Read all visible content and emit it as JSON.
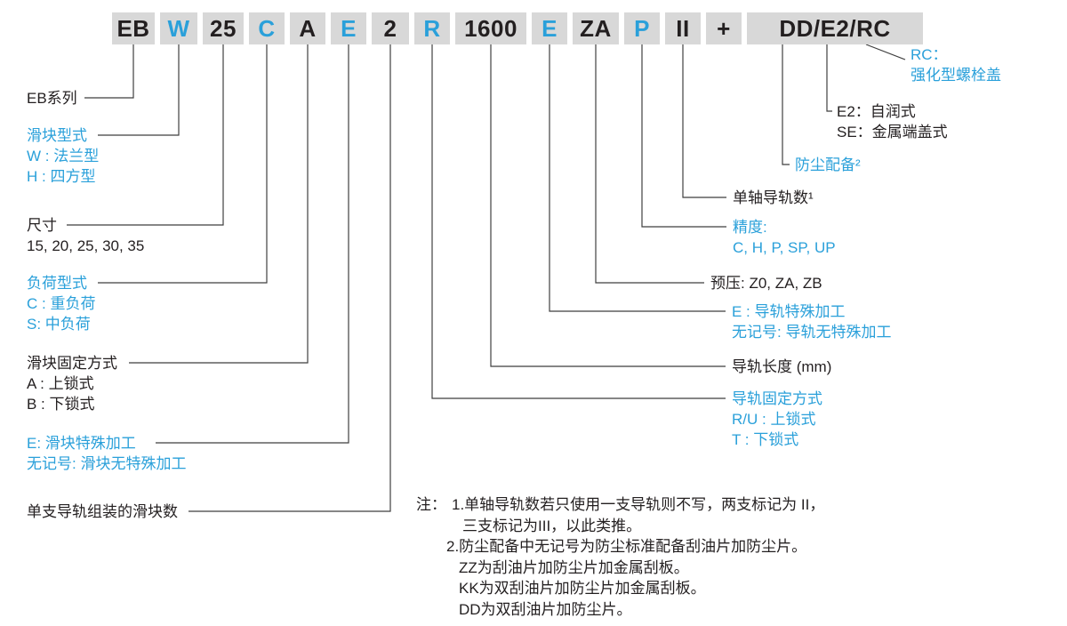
{
  "colors": {
    "blue": "#2aa0da",
    "ink": "#231f20",
    "box": "#d8d8d8",
    "line": "#3f3f3f"
  },
  "code": {
    "segments": [
      {
        "text": "EB",
        "color": "black"
      },
      {
        "text": "W",
        "color": "blue"
      },
      {
        "text": "25",
        "color": "black"
      },
      {
        "text": "C",
        "color": "blue"
      },
      {
        "text": "A",
        "color": "black"
      },
      {
        "text": "E",
        "color": "blue"
      },
      {
        "text": "2",
        "color": "black"
      },
      {
        "text": "R",
        "color": "blue"
      },
      {
        "text": "1600",
        "color": "black"
      },
      {
        "text": "E",
        "color": "blue"
      },
      {
        "text": "ZA",
        "color": "black"
      },
      {
        "text": "P",
        "color": "blue"
      },
      {
        "text": "II",
        "color": "black"
      },
      {
        "text": "+",
        "color": "black"
      },
      {
        "text": "DD/E2/RC",
        "color": "black"
      }
    ]
  },
  "labels_left": [
    {
      "color": "black",
      "lines": [
        "EB系列"
      ]
    },
    {
      "color": "blue",
      "lines": [
        "滑块型式",
        "W : 法兰型",
        "H : 四方型"
      ]
    },
    {
      "color": "black",
      "lines": [
        "尺寸",
        "15, 20, 25, 30, 35"
      ]
    },
    {
      "color": "blue",
      "lines": [
        "负荷型式",
        "C : 重负荷",
        "S: 中负荷"
      ]
    },
    {
      "color": "black",
      "lines": [
        "滑块固定方式",
        "A : 上锁式",
        "B : 下锁式"
      ]
    },
    {
      "color": "blue",
      "lines": [
        "E: 滑块特殊加工",
        "无记号: 滑块无特殊加工"
      ]
    },
    {
      "color": "black",
      "lines": [
        "单支导轨组装的滑块数"
      ]
    }
  ],
  "labels_right": [
    {
      "color": "blue",
      "lines": [
        "RC：",
        "强化型螺栓盖"
      ]
    },
    {
      "color": "black",
      "lines": [
        "E2：自润式",
        "SE：金属端盖式"
      ]
    },
    {
      "color": "blue",
      "lines": [
        "防尘配备²"
      ]
    },
    {
      "color": "black",
      "lines": [
        "单轴导轨数¹"
      ]
    },
    {
      "color": "blue",
      "lines": [
        "精度:",
        "C, H, P, SP, UP"
      ]
    },
    {
      "color": "black",
      "lines": [
        "预压: Z0, ZA, ZB"
      ]
    },
    {
      "color": "blue",
      "lines": [
        "E : 导轨特殊加工",
        "无记号: 导轨无特殊加工"
      ]
    },
    {
      "color": "black",
      "lines": [
        "导轨长度 (mm)"
      ]
    },
    {
      "color": "blue",
      "lines": [
        "导轨固定方式",
        "R/U : 上锁式",
        "T : 下锁式"
      ]
    }
  ],
  "notes": {
    "prefix": "注：",
    "lines": [
      "1.单轴导轨数若只使用一支导轨则不写，两支标记为 II，",
      "三支标记为III，以此类推。",
      "2.防尘配备中无记号为防尘标准配备刮油片加防尘片。",
      "ZZ为刮油片加防尘片加金属刮板。",
      "KK为双刮油片加防尘片加金属刮板。",
      "DD为双刮油片加防尘片。"
    ]
  }
}
